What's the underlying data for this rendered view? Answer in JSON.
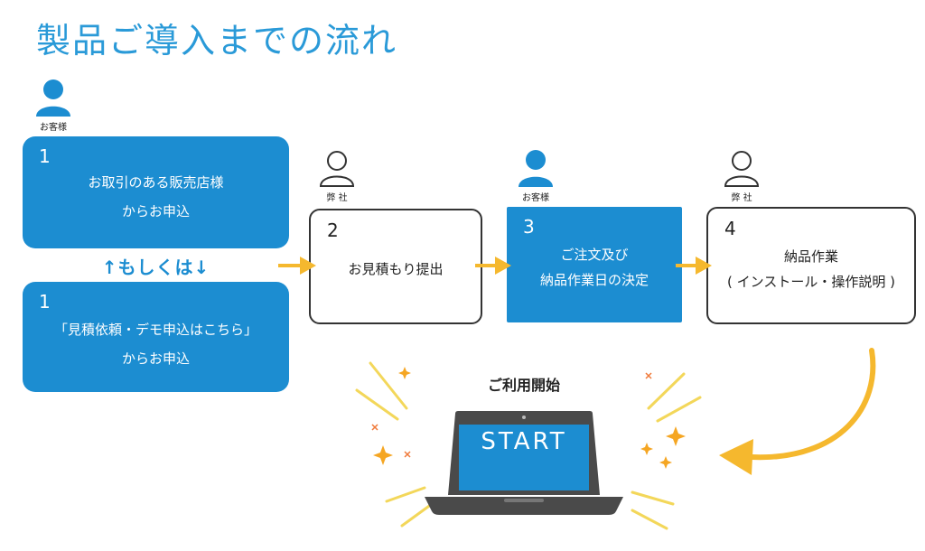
{
  "title": "製品ご導入までの流れ",
  "icons": {
    "customer_label": "お客様",
    "company_label": "弊 社"
  },
  "colors": {
    "blue": "#1c8dd1",
    "title_blue": "#2a9ad8",
    "arrow_yellow": "#f5b82e",
    "laptop_gray": "#4a4a4a"
  },
  "steps": {
    "step1a": {
      "number": "1",
      "line1": "お取引のある販売店様",
      "line2": "からお申込"
    },
    "or_text": "↑もしくは↓",
    "step1b": {
      "number": "1",
      "line1": "「見積依頼・デモ申込はこちら」",
      "line2": "からお申込"
    },
    "step2": {
      "number": "2",
      "line1": "お見積もり提出"
    },
    "step3": {
      "number": "3",
      "line1": "ご注文及び",
      "line2": "納品作業日の決定"
    },
    "step4": {
      "number": "4",
      "line1": "納品作業",
      "line2": "( インストール・操作説明 )"
    }
  },
  "start": {
    "label": "ご利用開始",
    "screen_text": "START"
  }
}
